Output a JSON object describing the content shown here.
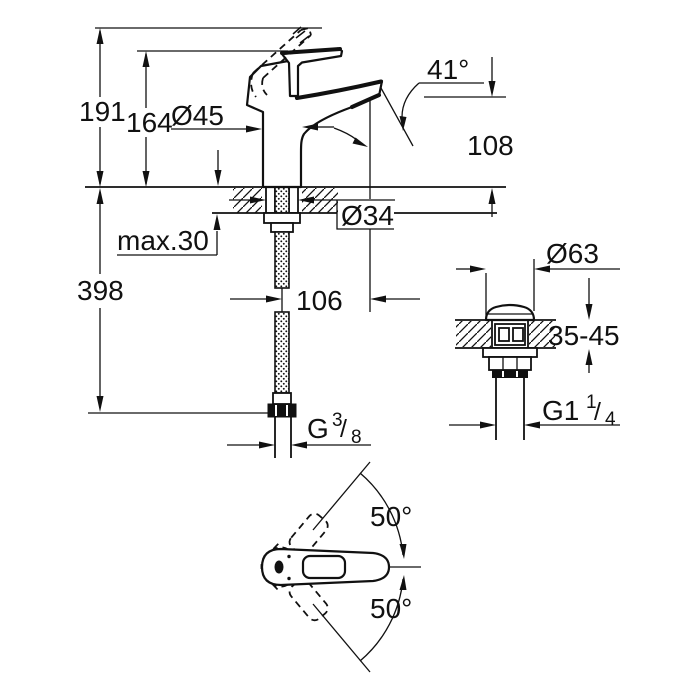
{
  "drawing": {
    "type": "technical-dimension-drawing",
    "product": "single-lever basin mixer with waste set",
    "line_color": "#111111",
    "background_color": "#ffffff",
    "side_view": {
      "overall_height": "191",
      "height_to_lever": "164",
      "body_diameter": "Ø45",
      "spout_angle": "41°",
      "spout_outlet_height": "108",
      "mounting_hole_diameter": "Ø34",
      "max_deck_thickness": "max.30",
      "hose_length": "398",
      "spout_reach": "106",
      "supply_thread": {
        "prefix": "G",
        "numerator": "3",
        "denominator": "8"
      }
    },
    "waste_view": {
      "cap_diameter": "Ø63",
      "deck_thickness_range": "35-45",
      "waste_thread": {
        "prefix": "G1",
        "numerator": "1",
        "denominator": "4"
      }
    },
    "top_view": {
      "swivel_angle_up": "50°",
      "swivel_angle_down": "50°"
    }
  }
}
